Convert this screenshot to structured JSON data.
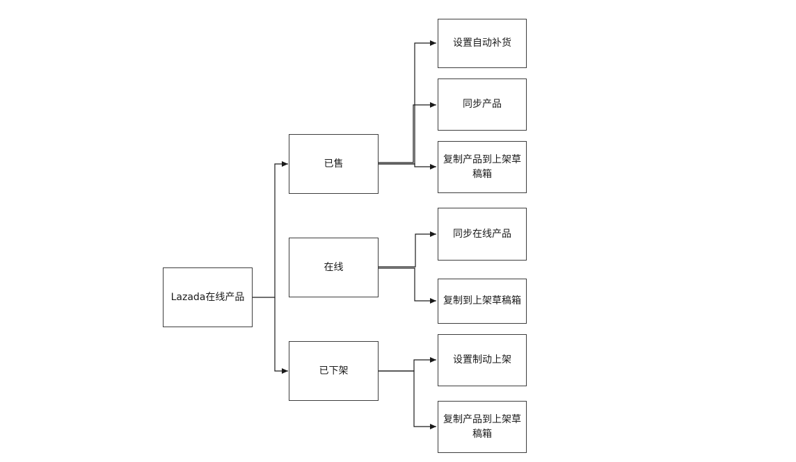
{
  "diagram": {
    "root": {
      "label": "Lazada在线产品"
    },
    "branches": [
      {
        "label": "已售",
        "children": [
          "设置自动补货",
          "同步产品",
          "复制产品到上架草稿箱"
        ]
      },
      {
        "label": "在线",
        "children": [
          "同步在线产品",
          "复制到上架草稿箱"
        ]
      },
      {
        "label": "已下架",
        "children": [
          "设置制动上架",
          "复制产品到上架草稿箱"
        ]
      }
    ],
    "colors": {
      "line": "#1a1a1a",
      "border": "#3c3c3c",
      "text": "#1a1a1a",
      "background": "#ffffff"
    }
  }
}
